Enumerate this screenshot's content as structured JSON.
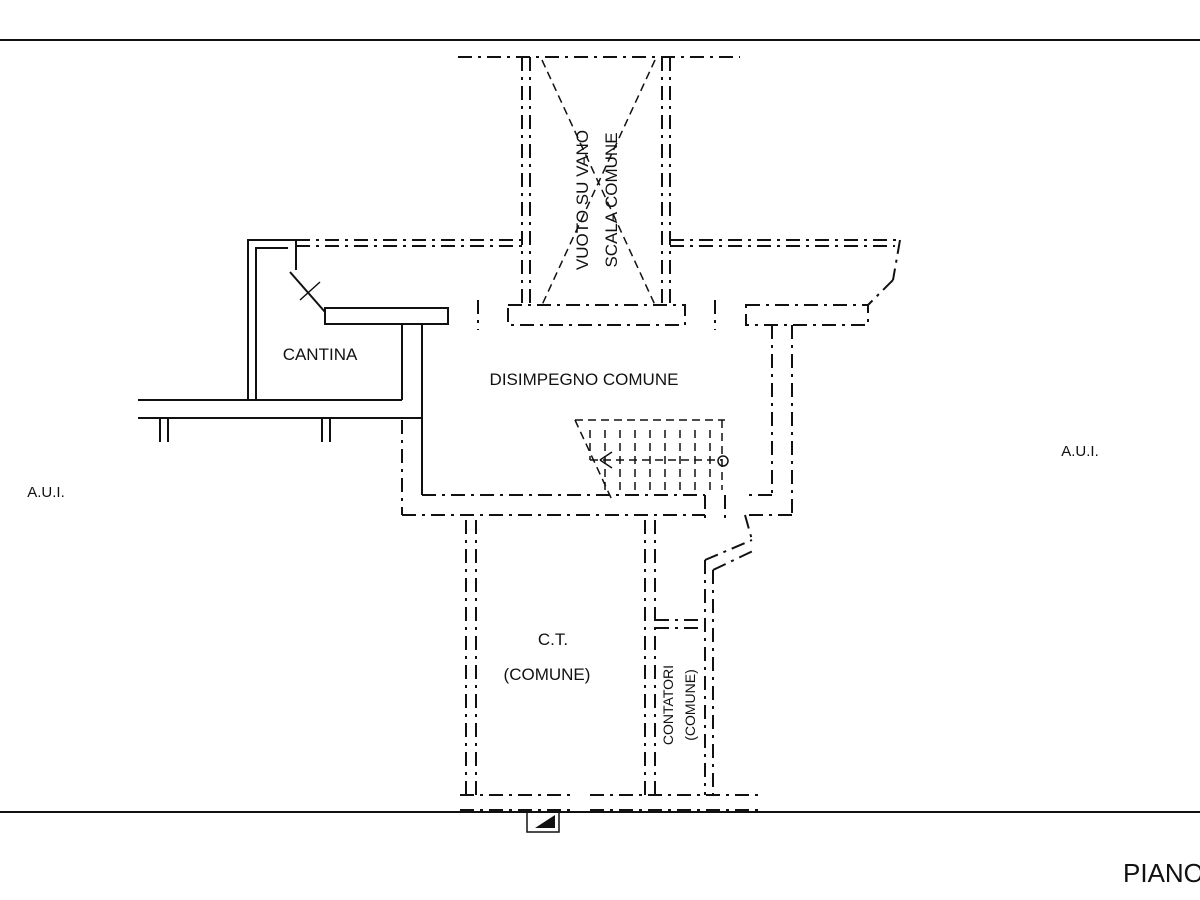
{
  "rooms": {
    "cantina": "CANTINA",
    "disimpegno": "DISIMPEGNO COMUNE",
    "vuoto_line1": "VUOTO SU VANO",
    "vuoto_line2": "SCALA COMUNE",
    "ct_line1": "C.T.",
    "ct_line2": "(COMUNE)",
    "contatori_line1": "CONTATORI",
    "contatori_line2": "(COMUNE)"
  },
  "adjacent": {
    "left": "A.U.I.",
    "right": "A.U.I."
  },
  "floor_label": "PIANO",
  "colors": {
    "line": "#111111",
    "background": "#ffffff"
  }
}
